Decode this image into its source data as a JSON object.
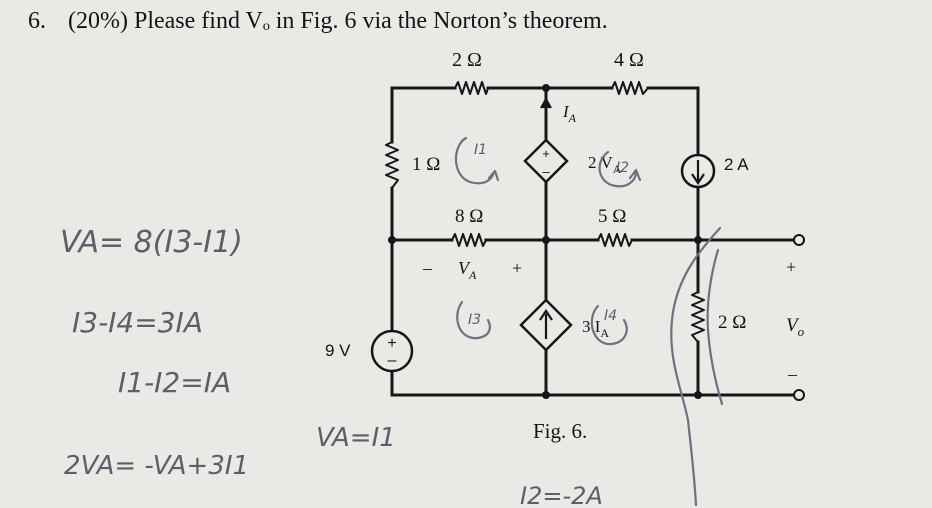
{
  "question": {
    "number": "6.",
    "text": "(20%) Please find Vₒ in Fig. 6 via the Norton’s theorem."
  },
  "figure_caption": "Fig. 6.",
  "components": {
    "r_top_left": "2 Ω",
    "r_top_right": "4 Ω",
    "r_1ohm": "1 Ω",
    "r_8ohm": "8 Ω",
    "r_5ohm": "5 Ω",
    "r_2ohm_out": "2 Ω",
    "dep_voltage_source": "2 V",
    "dep_voltage_source_sub": "A",
    "dep_current_source": "3 I",
    "dep_current_source_sub": "A",
    "current_source": "2 A",
    "voltage_source": "9 V",
    "label_IA": "I",
    "label_IA_sub": "A",
    "label_VA": "V",
    "label_VA_sub": "A",
    "va_minus": "–",
    "va_plus": "+",
    "vo_plus": "+",
    "vo_label": "V",
    "vo_sub": "o",
    "vo_minus": "–",
    "src_plus": "+",
    "src_minus": "–"
  },
  "handwriting": {
    "eq1": "VA= 8(I3-I1)",
    "eq2": "I3-I4=3IA",
    "eq3": "I1-I2=IA",
    "eq4": "2VA= -VA+3I1",
    "eq5": "VA=I1",
    "eq6": "I2=-2A",
    "mesh_i1": "I1",
    "mesh_i2": "I2",
    "mesh_i3": "I3",
    "mesh_i4": "I4"
  }
}
